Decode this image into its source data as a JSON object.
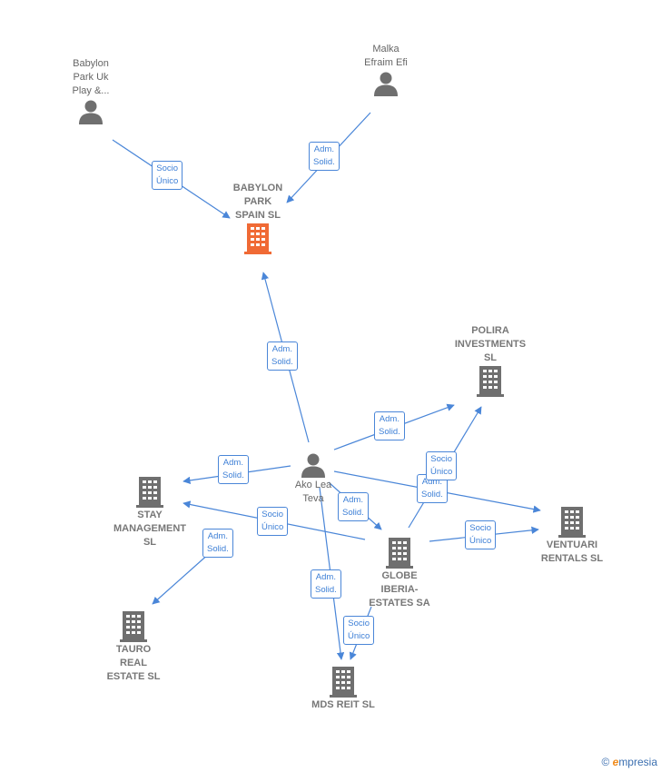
{
  "nodes": [
    {
      "id": "babylon_uk",
      "type": "person",
      "label": "Babylon\nPark Uk\nPlay &..."
    },
    {
      "id": "malka",
      "type": "person",
      "label": "Malka\nEfraim Efi"
    },
    {
      "id": "babylon_spain",
      "type": "company",
      "label": "BABYLON\nPARK\nSPAIN  SL",
      "highlight": true
    },
    {
      "id": "polira",
      "type": "company",
      "label": "POLIRA\nINVESTMENTS\nSL"
    },
    {
      "id": "ako",
      "type": "person",
      "label": "Ako Lea\nTeva"
    },
    {
      "id": "stay",
      "type": "company",
      "label": "STAY\nMANAGEMENT\nSL"
    },
    {
      "id": "ventuari",
      "type": "company",
      "label": "VENTUARI\nRENTALS SL"
    },
    {
      "id": "globe",
      "type": "company",
      "label": "GLOBE\nIBERIA-\nESTATES SA"
    },
    {
      "id": "tauro",
      "type": "company",
      "label": "TAURO\nREAL\nESTATE  SL"
    },
    {
      "id": "mds",
      "type": "company",
      "label": "MDS REIT  SL"
    }
  ],
  "edges": [
    {
      "from": "babylon_uk",
      "to": "babylon_spain",
      "label": "Socio\nÚnico"
    },
    {
      "from": "malka",
      "to": "babylon_spain",
      "label": "Adm.\nSolid."
    },
    {
      "from": "ako",
      "to": "babylon_spain",
      "label": "Adm.\nSolid."
    },
    {
      "from": "ako",
      "to": "polira",
      "label": "Adm.\nSolid."
    },
    {
      "from": "ako",
      "to": "stay",
      "label": "Adm.\nSolid."
    },
    {
      "from": "ako",
      "to": "globe",
      "label": "Adm.\nSolid."
    },
    {
      "from": "ako",
      "to": "ventuari",
      "label": "Adm.\nSolid."
    },
    {
      "from": "ako",
      "to": "mds",
      "label": "Adm.\nSolid."
    },
    {
      "from": "globe",
      "to": "polira",
      "label": "Socio\nÚnico"
    },
    {
      "from": "globe",
      "to": "stay",
      "label": "Socio\nÚnico"
    },
    {
      "from": "globe",
      "to": "ventuari",
      "label": "Socio\nÚnico"
    },
    {
      "from": "globe",
      "to": "mds",
      "label": "Socio\nÚnico"
    },
    {
      "from": "stay",
      "to": "tauro",
      "label": "Adm.\nSolid."
    }
  ],
  "colors": {
    "edge": "#4a86d8",
    "icon": "#6f6f6f",
    "highlight": "#f06a35"
  },
  "brand": {
    "copyright": "©",
    "name": "mpresia",
    "initial": "e"
  }
}
